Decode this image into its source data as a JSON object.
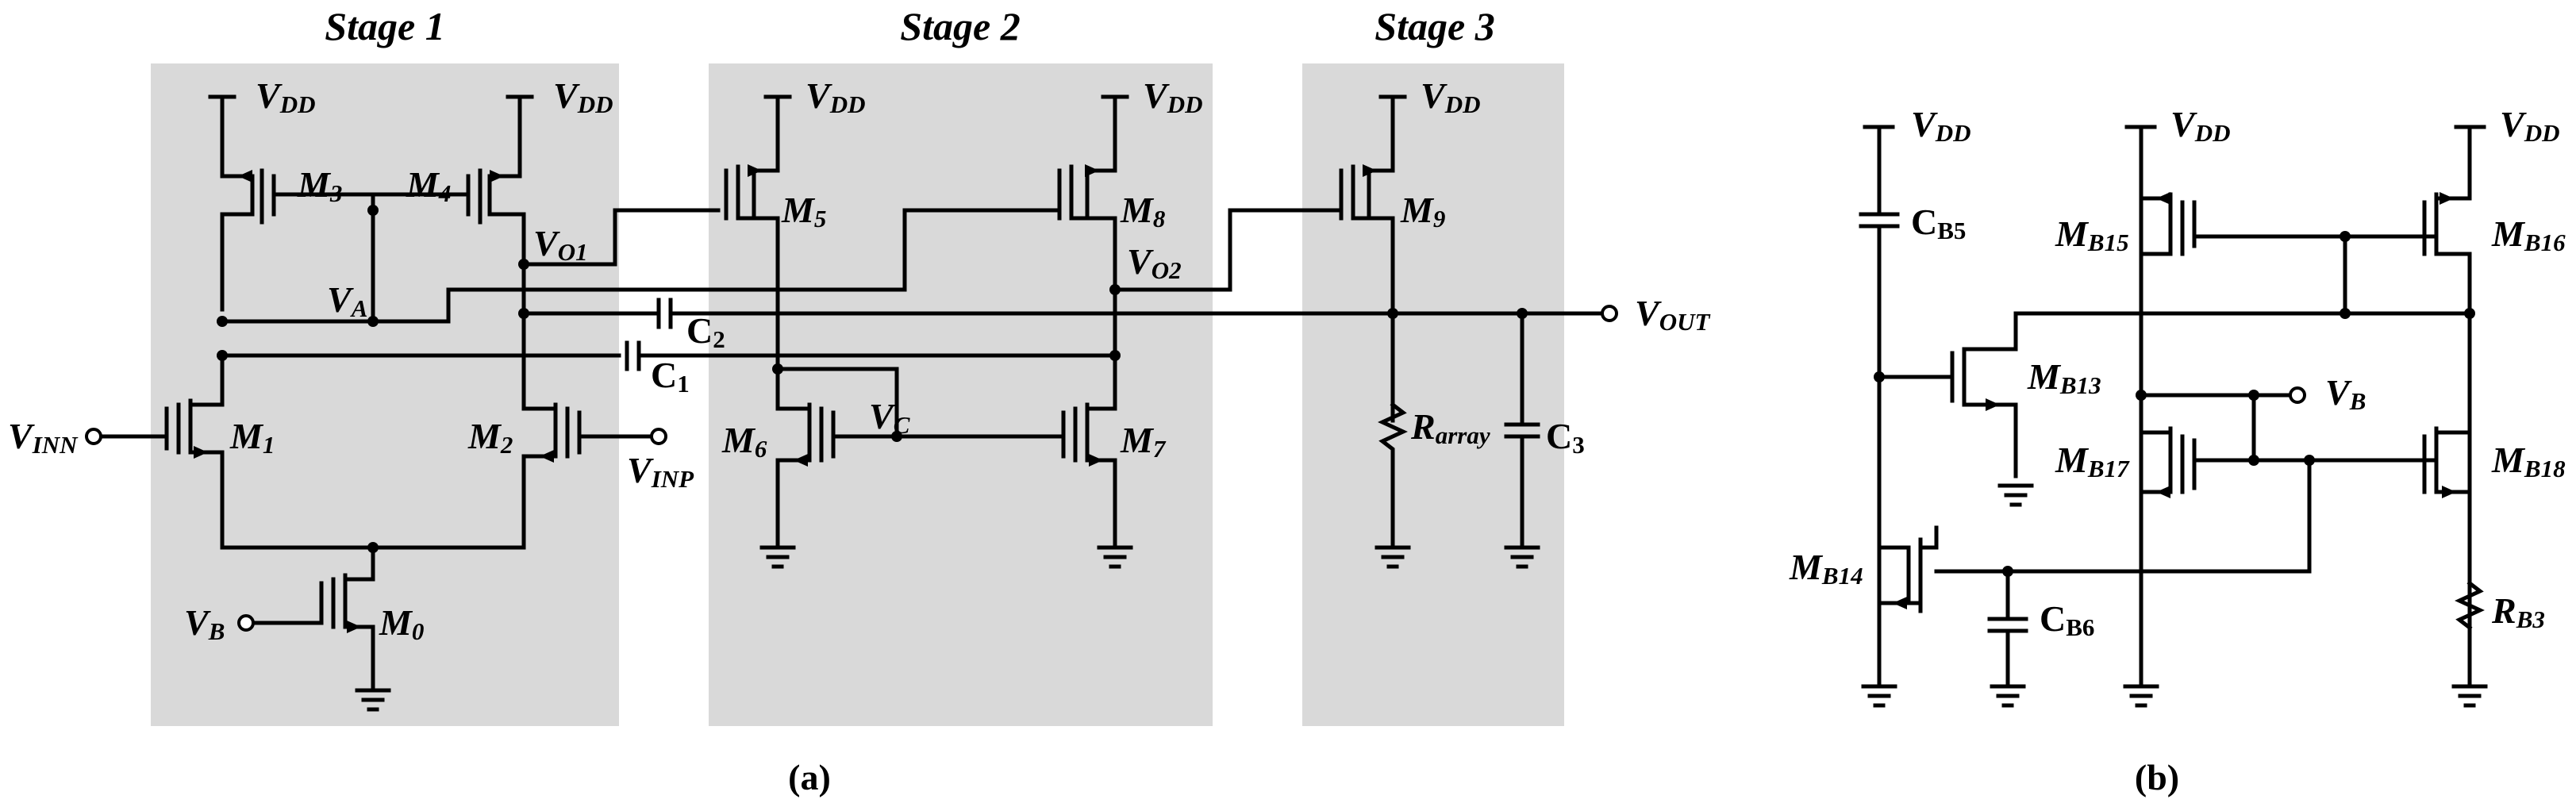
{
  "panel_a": {
    "caption": "(a)",
    "stages": [
      {
        "title": "Stage 1"
      },
      {
        "title": "Stage 2"
      },
      {
        "title": "Stage 3"
      }
    ],
    "supply": {
      "base": "V",
      "sub": "DD"
    },
    "transistors": [
      {
        "base": "M",
        "sub": "0"
      },
      {
        "base": "M",
        "sub": "1"
      },
      {
        "base": "M",
        "sub": "2"
      },
      {
        "base": "M",
        "sub": "3"
      },
      {
        "base": "M",
        "sub": "4"
      },
      {
        "base": "M",
        "sub": "5"
      },
      {
        "base": "M",
        "sub": "6"
      },
      {
        "base": "M",
        "sub": "7"
      },
      {
        "base": "M",
        "sub": "8"
      },
      {
        "base": "M",
        "sub": "9"
      }
    ],
    "capacitors": [
      {
        "base": "C",
        "sub": "1"
      },
      {
        "base": "C",
        "sub": "2"
      },
      {
        "base": "C",
        "sub": "3"
      }
    ],
    "resistor": {
      "base": "R",
      "sub": "array"
    },
    "nodes": {
      "vinn": {
        "base": "V",
        "sub": "INN"
      },
      "vinp": {
        "base": "V",
        "sub": "INP"
      },
      "vb": {
        "base": "V",
        "sub": "B"
      },
      "va": {
        "base": "V",
        "sub": "A"
      },
      "vc": {
        "base": "V",
        "sub": "C"
      },
      "vo1": {
        "base": "V",
        "sub": "O1"
      },
      "vo2": {
        "base": "V",
        "sub": "O2"
      },
      "vout": {
        "base": "V",
        "sub": "OUT"
      }
    }
  },
  "panel_b": {
    "caption": "(b)",
    "supply": {
      "base": "V",
      "sub": "DD"
    },
    "transistors": [
      {
        "base": "M",
        "sub": "B13"
      },
      {
        "base": "M",
        "sub": "B14"
      },
      {
        "base": "M",
        "sub": "B15"
      },
      {
        "base": "M",
        "sub": "B16"
      },
      {
        "base": "M",
        "sub": "B17"
      },
      {
        "base": "M",
        "sub": "B18"
      }
    ],
    "capacitors": [
      {
        "base": "C",
        "sub": "B5"
      },
      {
        "base": "C",
        "sub": "B6"
      }
    ],
    "resistor": {
      "base": "R",
      "sub": "B3"
    },
    "vb": {
      "base": "V",
      "sub": "B"
    }
  },
  "colors": {
    "stage_background": "#d9d9d9",
    "wire": "#000000",
    "background": "#ffffff"
  }
}
